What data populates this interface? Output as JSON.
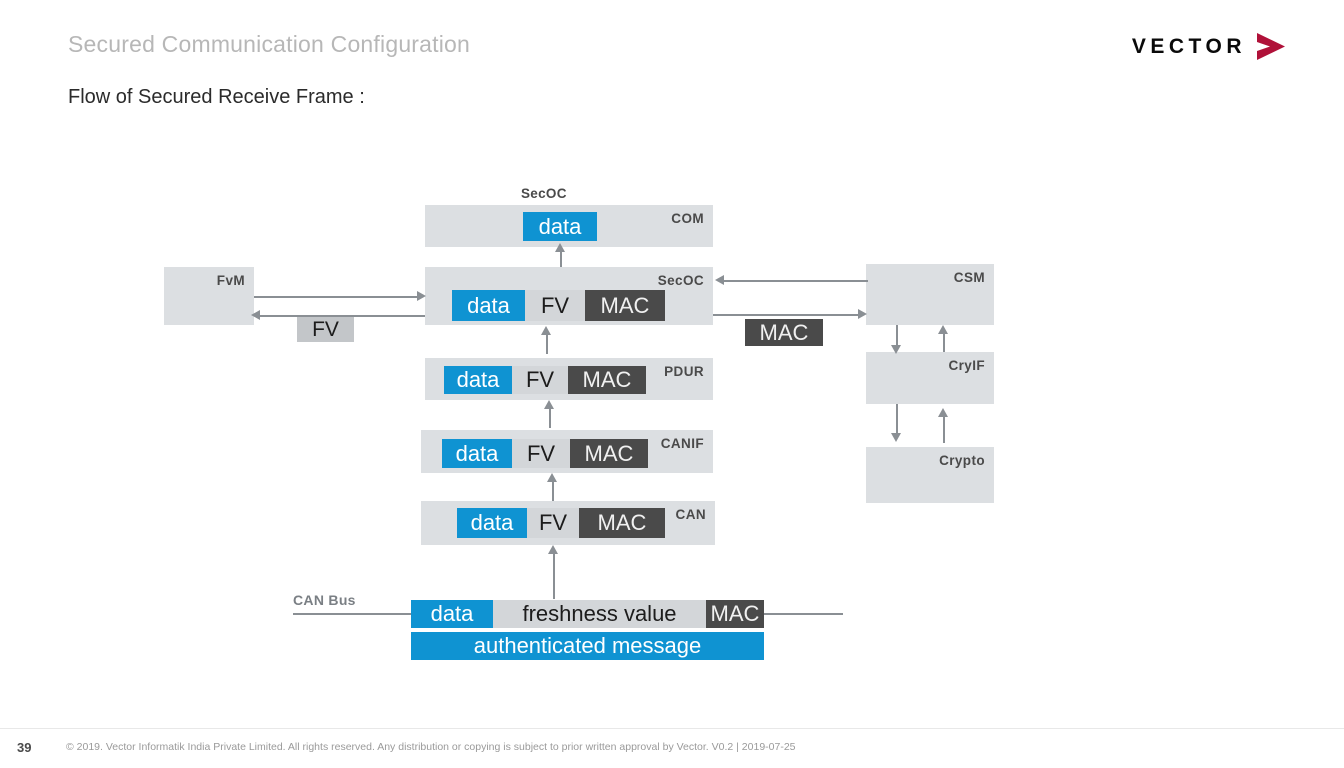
{
  "header": {
    "slide_title": "Secured Communication Configuration",
    "subtitle": "Flow of Secured Receive Frame :",
    "logo_wordmark": "VECTOR",
    "logo_accent_color": "#b01139"
  },
  "palette": {
    "data_blue": "#0f93d2",
    "box_gray": "#dcdfe2",
    "fv_gray": "#d3d6d9",
    "mac_dark": "#4a4a4a",
    "line_gray": "#8a8f94"
  },
  "diagram": {
    "top_label": "SecOC",
    "layers": [
      {
        "name": "com",
        "corner_label": "COM",
        "segments": [
          {
            "kind": "data",
            "label": "data"
          }
        ]
      },
      {
        "name": "secoc",
        "corner_label": "SecOC",
        "segments": [
          {
            "kind": "data",
            "label": "data"
          },
          {
            "kind": "fv",
            "label": "FV"
          },
          {
            "kind": "mac",
            "label": "MAC"
          }
        ]
      },
      {
        "name": "pdur",
        "corner_label": "PDUR",
        "segments": [
          {
            "kind": "data",
            "label": "data"
          },
          {
            "kind": "fv",
            "label": "FV"
          },
          {
            "kind": "mac",
            "label": "MAC"
          }
        ]
      },
      {
        "name": "canif",
        "corner_label": "CANIF",
        "segments": [
          {
            "kind": "data",
            "label": "data"
          },
          {
            "kind": "fv",
            "label": "FV"
          },
          {
            "kind": "mac",
            "label": "MAC"
          }
        ]
      },
      {
        "name": "can",
        "corner_label": "CAN",
        "segments": [
          {
            "kind": "data",
            "label": "data"
          },
          {
            "kind": "fv",
            "label": "FV"
          },
          {
            "kind": "mac",
            "label": "MAC"
          }
        ]
      }
    ],
    "left_module": {
      "label": "FvM",
      "exchange_label": "FV"
    },
    "right_modules": [
      {
        "label": "CSM"
      },
      {
        "label": "CryIF"
      },
      {
        "label": "Crypto"
      }
    ],
    "right_exchange_label": "MAC",
    "bus": {
      "label": "CAN Bus",
      "frame": [
        {
          "kind": "data",
          "label": "data"
        },
        {
          "kind": "fv",
          "label": "freshness value"
        },
        {
          "kind": "mac",
          "label": "MAC"
        }
      ],
      "authenticated_label": "authenticated message"
    }
  },
  "footer": {
    "page_number": "39",
    "copyright": "© 2019. Vector Informatik India Private Limited. All rights reserved. Any distribution or copying is subject to prior written approval by Vector. V0.2 | 2019-07-25"
  }
}
